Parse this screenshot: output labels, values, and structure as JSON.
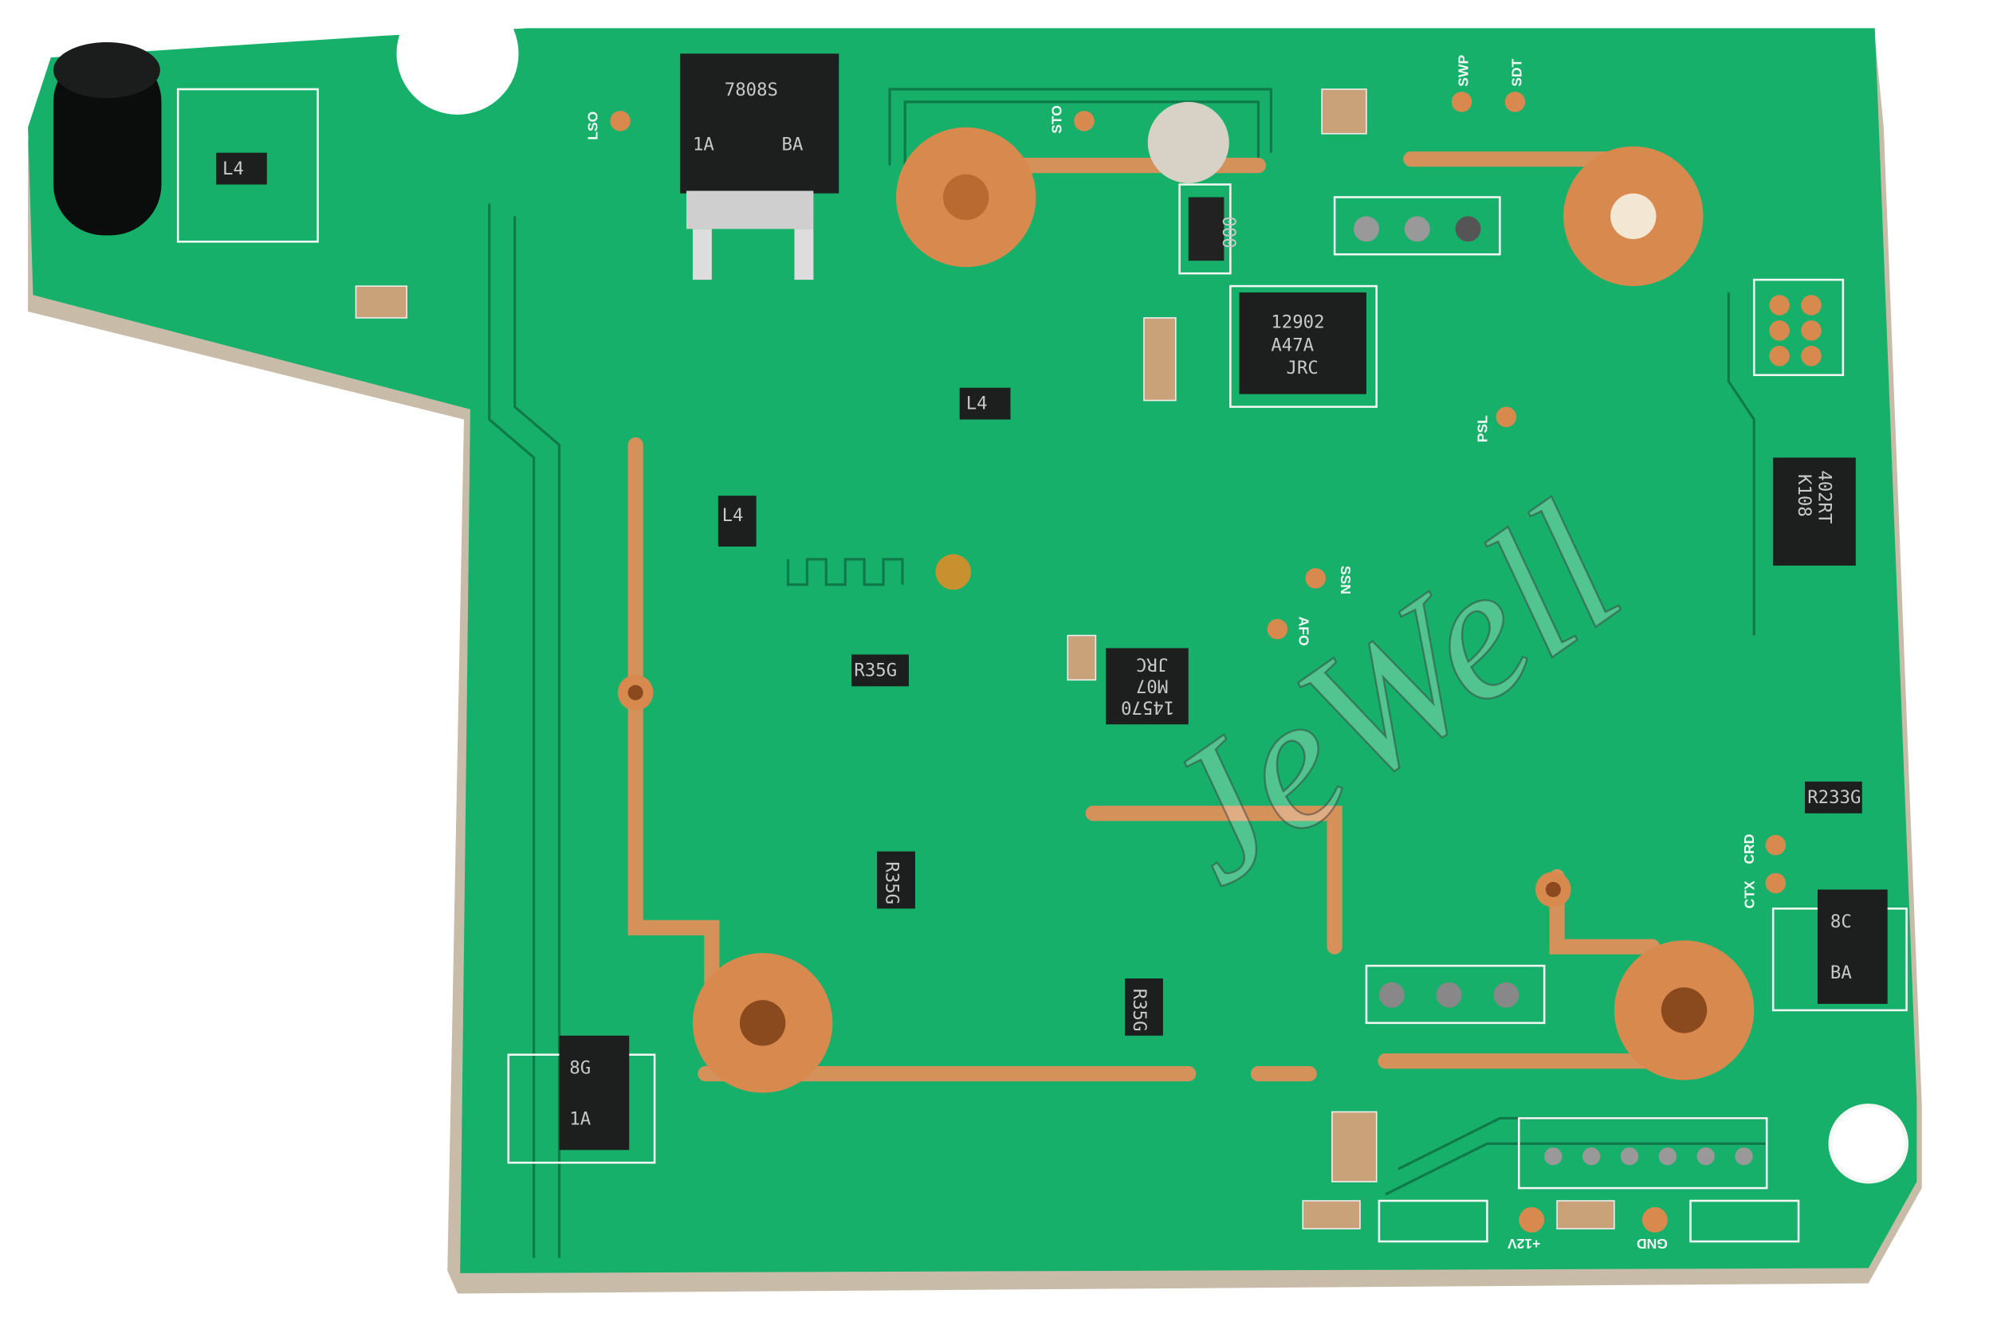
{
  "board": {
    "colors": {
      "soldermask": "#17b06a",
      "copper": "#d4925a",
      "silkscreen": "#f4f8f4",
      "edge": "#c8bca8"
    },
    "ics": {
      "regulator": {
        "line1": "7808S",
        "line2a": "1A",
        "line2b": "BA"
      },
      "jrc_main": {
        "line1": "12902",
        "line2": "A47A",
        "line3": "JRC"
      },
      "jrc_small": {
        "line1": "14570",
        "line2": "M07",
        "line3": "JRC"
      },
      "st_chip": {
        "line1": "402RT",
        "line2": "K108"
      },
      "chip_000": "000",
      "transistor_l4a": "L4",
      "transistor_l4b": "L4",
      "transistor_l4c": "L4",
      "transistor_r35g_a": "R35G",
      "transistor_r35g_b": "R35G",
      "transistor_r35g_c": "R35G",
      "transistor_r233g": "R233G",
      "diode_8c": {
        "line1": "8C",
        "line2": "BA"
      },
      "diode_8g": {
        "line1": "8G",
        "line2": "1A"
      }
    },
    "test_points": [
      "LSO",
      "STO",
      "SWP",
      "SDT",
      "PSL",
      "SSN",
      "AFO",
      "CRD",
      "CTX",
      "+12V",
      "GND"
    ],
    "watermark": "JeWell"
  }
}
